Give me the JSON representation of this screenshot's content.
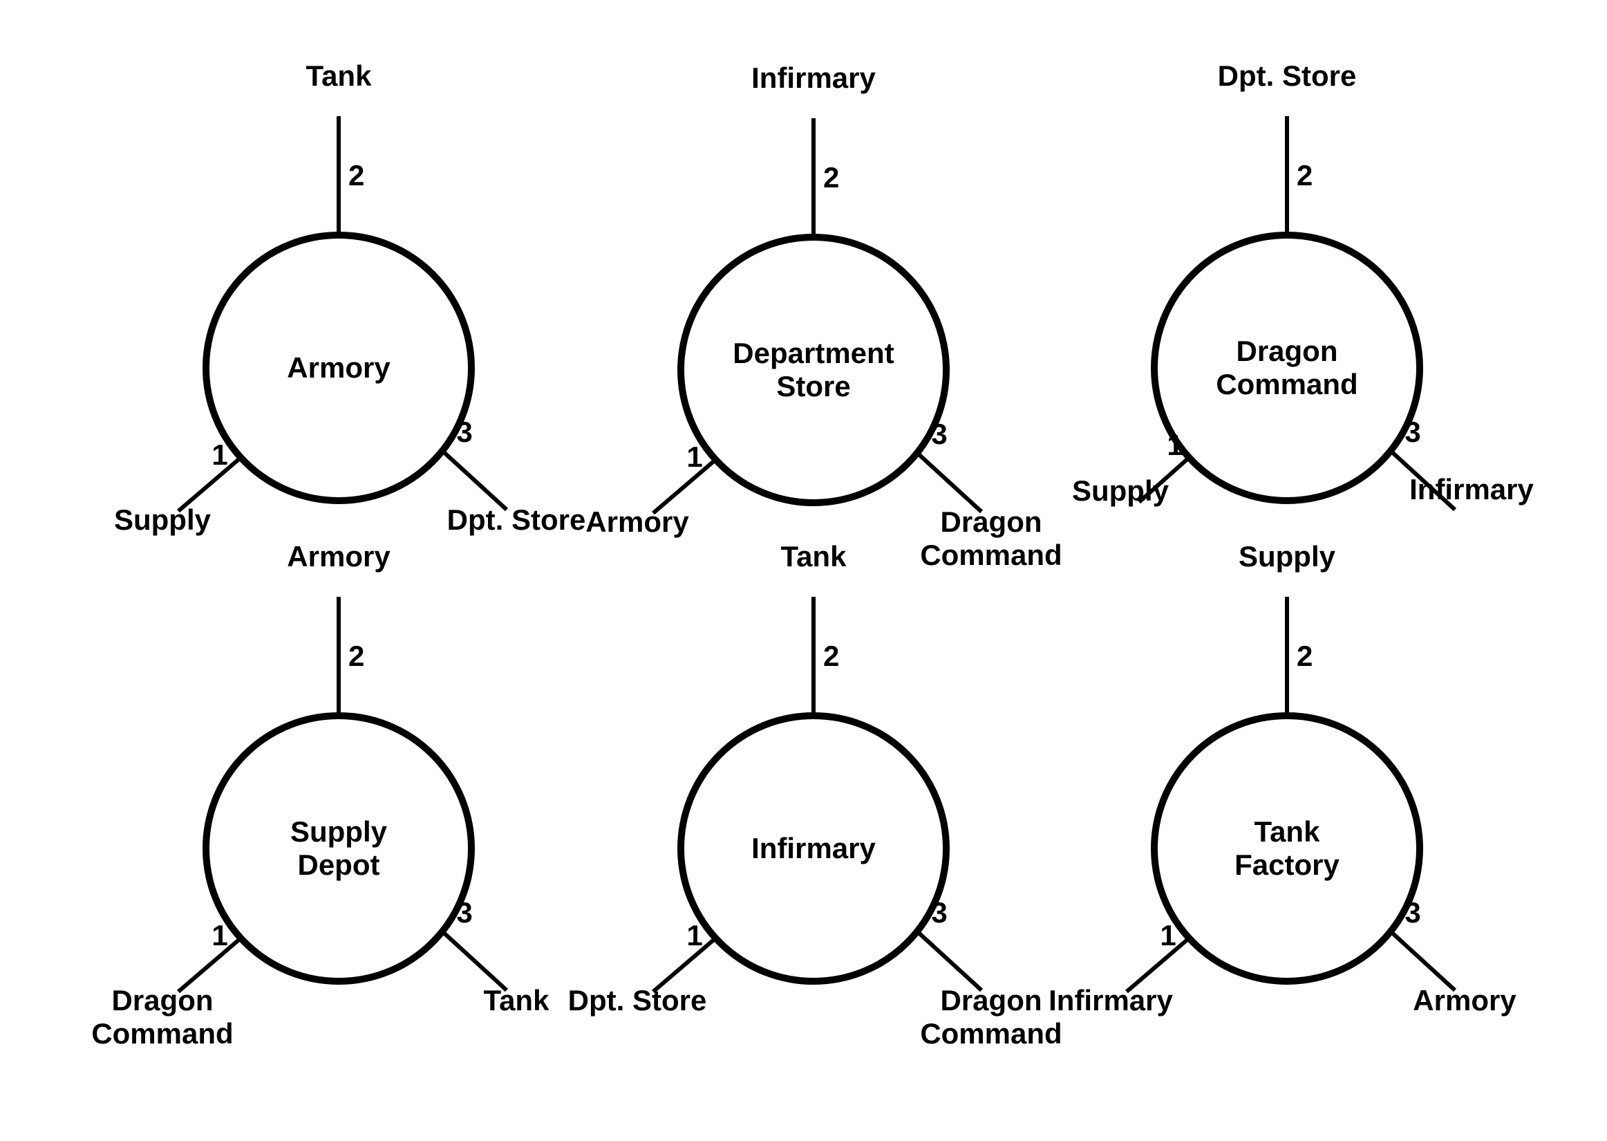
{
  "colors": {
    "background": "#ffffff",
    "ink": "#000000"
  },
  "nodes": [
    {
      "name": "Armory",
      "port1": {
        "num": "1",
        "label": "Supply"
      },
      "port2": {
        "num": "2",
        "label": "Tank"
      },
      "port3": {
        "num": "3",
        "label": "Dpt. Store"
      }
    },
    {
      "name": "Department\nStore",
      "port1": {
        "num": "1",
        "label": "Armory"
      },
      "port2": {
        "num": "2",
        "label": "Infirmary"
      },
      "port3": {
        "num": "3",
        "label": "Dragon\nCommand"
      }
    },
    {
      "name": "Dragon\nCommand",
      "port1": {
        "num": "1",
        "label": "Supply"
      },
      "port2": {
        "num": "2",
        "label": "Dpt. Store"
      },
      "port3": {
        "num": "3",
        "label": "Infirmary"
      }
    },
    {
      "name": "Supply\nDepot",
      "port1": {
        "num": "1",
        "label": "Dragon\nCommand"
      },
      "port2": {
        "num": "2",
        "label": "Armory"
      },
      "port3": {
        "num": "3",
        "label": "Tank"
      }
    },
    {
      "name": "Infirmary",
      "port1": {
        "num": "1",
        "label": "Dpt. Store"
      },
      "port2": {
        "num": "2",
        "label": "Tank"
      },
      "port3": {
        "num": "3",
        "label": "Dragon\nCommand"
      }
    },
    {
      "name": "Tank\nFactory",
      "port1": {
        "num": "1",
        "label": "Infirmary"
      },
      "port2": {
        "num": "2",
        "label": "Supply"
      },
      "port3": {
        "num": "3",
        "label": "Armory"
      }
    }
  ]
}
